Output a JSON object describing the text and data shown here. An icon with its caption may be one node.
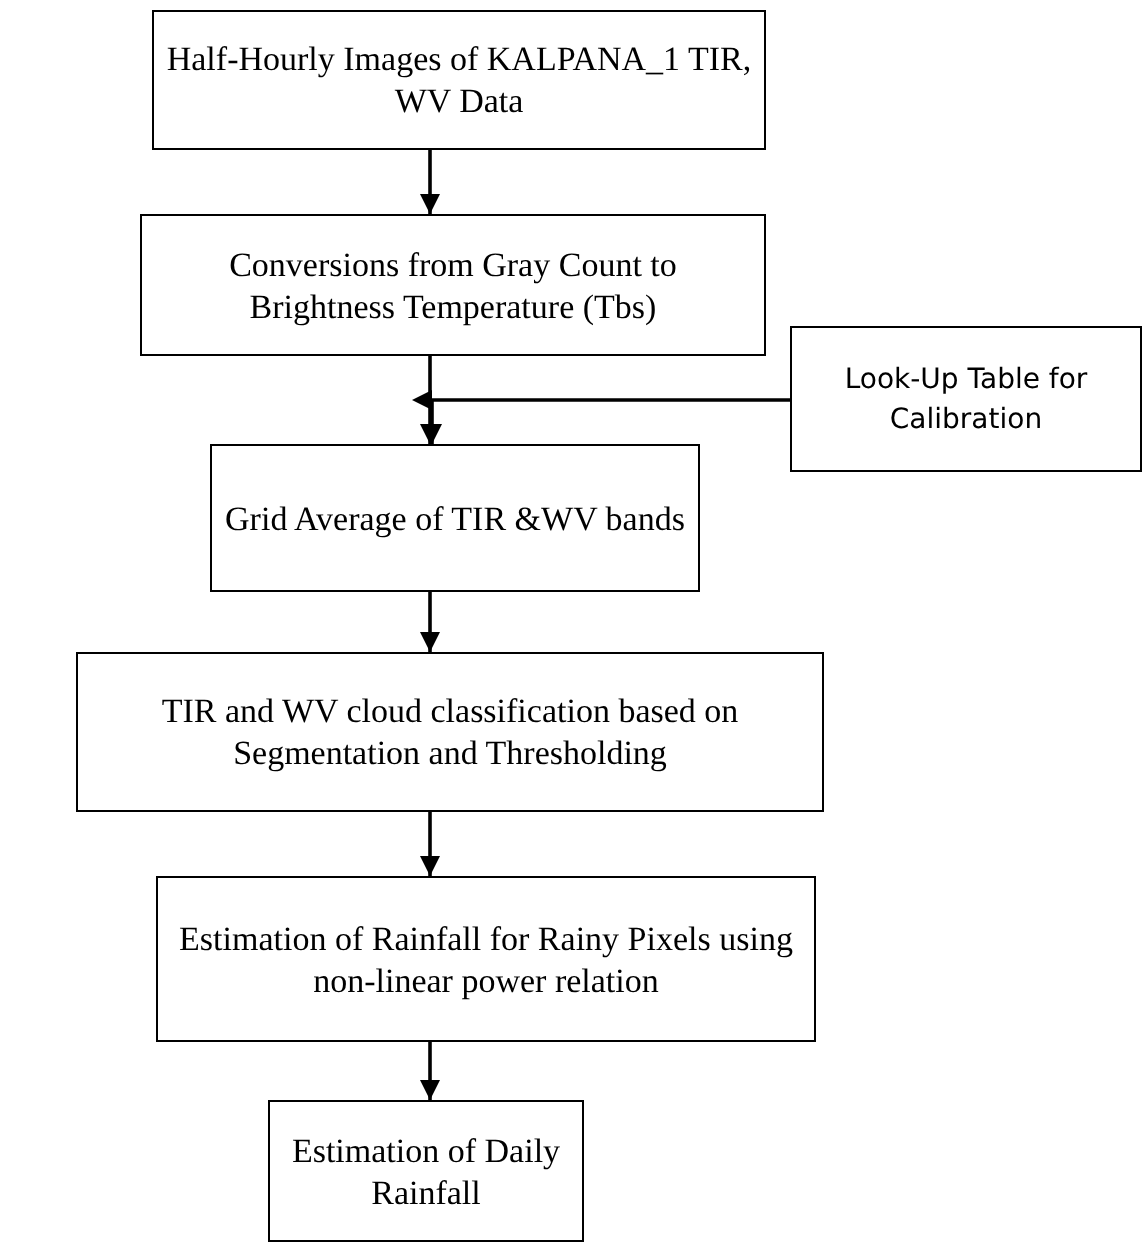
{
  "diagram": {
    "nodes": [
      {
        "text": [
          "Half-Hourly Images of KALPANA_1 TIR, WV Data"
        ]
      },
      {
        "text": [
          "Conversions from Gray Count to Brightness Temperature (Tbs)"
        ]
      },
      {
        "text": [
          "Look-Up Table for Calibration"
        ]
      },
      {
        "text": [
          "Grid Average of TIR &WV bands"
        ]
      },
      {
        "text": [
          "TIR and WV cloud classification based on Segmentation and Thresholding"
        ]
      },
      {
        "text": [
          "Estimation of Rainfall for Rainy Pixels using non-linear power relation"
        ]
      },
      {
        "text": [
          "Estimation of Daily Rainfall"
        ]
      }
    ],
    "edges": [
      {
        "from": 0,
        "to": 1,
        "arrow": "to"
      },
      {
        "from": 1,
        "to": 3,
        "arrow": "to"
      },
      {
        "from": 2,
        "to": 3,
        "arrow": "to"
      },
      {
        "from": 3,
        "to": 4,
        "arrow": "to"
      },
      {
        "from": 4,
        "to": 5,
        "arrow": "to"
      },
      {
        "from": 5,
        "to": 6,
        "arrow": "to"
      }
    ]
  }
}
